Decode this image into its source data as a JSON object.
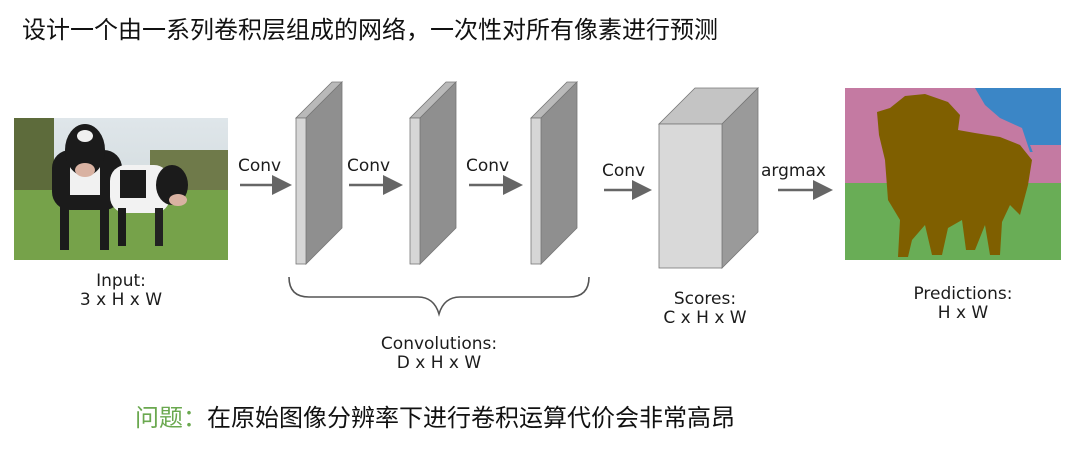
{
  "title": "设计一个由一系列卷积层组成的网络，一次性对所有像素进行预测",
  "input_label": [
    "Input:",
    "3 x H x W"
  ],
  "conv_labels": [
    "Conv",
    "Conv",
    "Conv",
    "Conv"
  ],
  "argmax_label": "argmax",
  "convolutions_label": [
    "Convolutions:",
    "D x H x W"
  ],
  "scores_label": [
    "Scores:",
    "C x H x W"
  ],
  "predictions_label": [
    "Predictions:",
    "H x W"
  ],
  "problem": {
    "prefix": "问题：",
    "text": "在原始图像分辨率下进行卷积运算代价会非常高昂"
  },
  "colors": {
    "prefix_green": "#6aa84f",
    "seg_pink": "#c47aa2",
    "seg_blue": "#3b86c6",
    "seg_green": "#69ad56",
    "seg_cow": "#7f5f00"
  }
}
